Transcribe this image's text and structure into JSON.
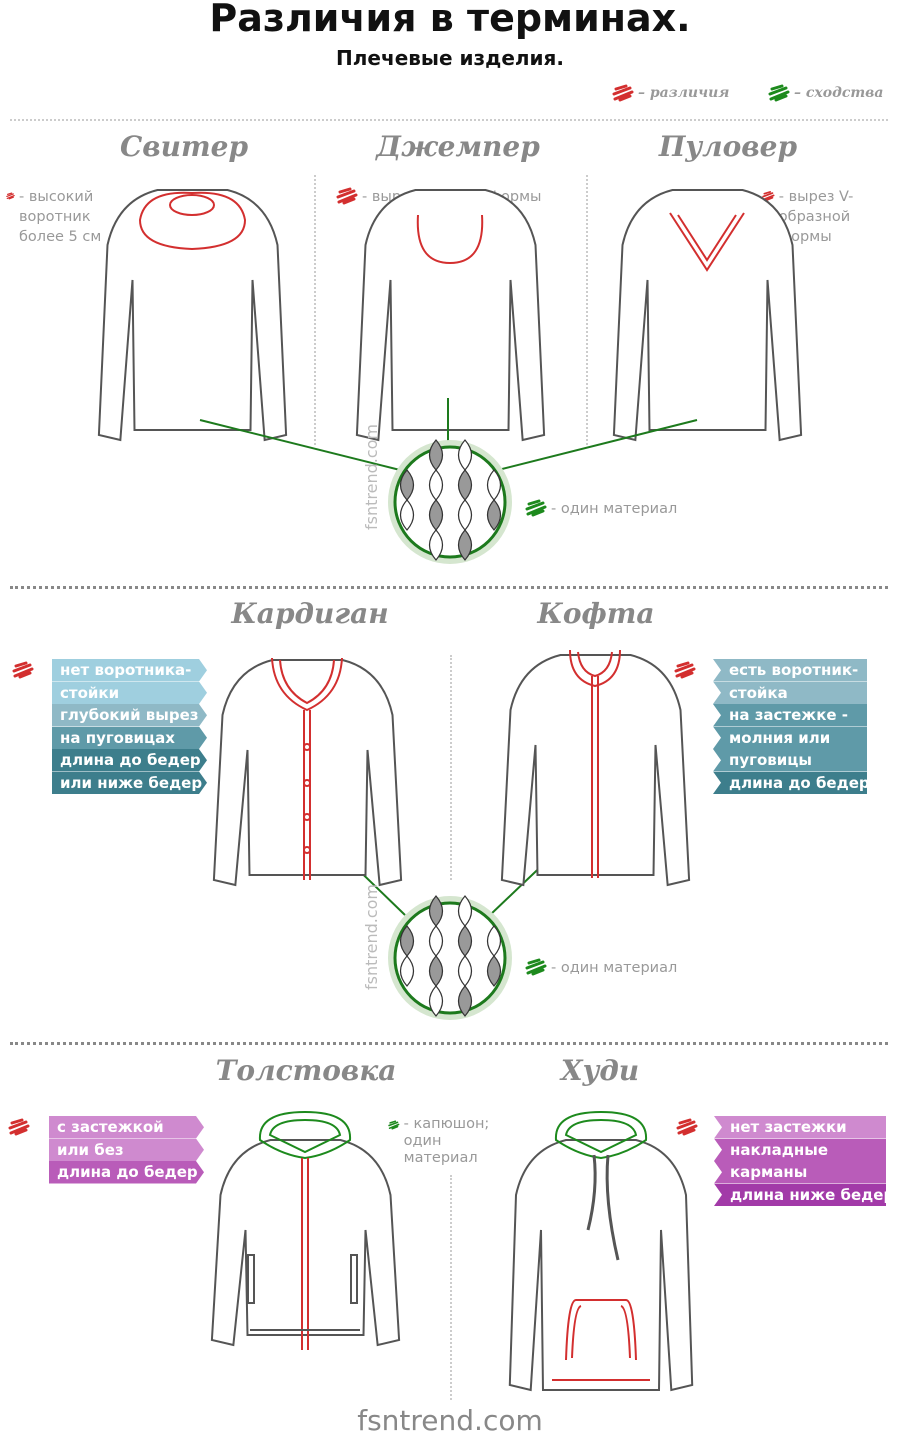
{
  "header": {
    "title": "Различия в терминах.",
    "subtitle": "Плечевые изделия."
  },
  "legend": {
    "diff_label": "– различия",
    "sim_label": "– сходства"
  },
  "colors": {
    "diff": "#d32f2f",
    "sim": "#1d8a1d",
    "teal": [
      "#9fcfdf",
      "#8fb9c6",
      "#5f9aa8",
      "#3d7e8c"
    ],
    "purple": [
      "#cf8acf",
      "#b95cb9",
      "#a23aa8"
    ]
  },
  "section1": {
    "garments": [
      {
        "name": "Свитер",
        "note": "- высокий воротник более 5 см"
      },
      {
        "name": "Джемпер",
        "note": "- вырез круглой формы"
      },
      {
        "name": "Пуловер",
        "note": "- вырез V-образной формы"
      }
    ],
    "similarity": "- один материал",
    "watermark": "fsntrend.com"
  },
  "section2": {
    "garments": [
      {
        "name": "Кардиган",
        "tags": [
          "нет воротника-",
          "стойки",
          "глубокий вырез",
          "на пуговицах",
          "длина до бедер",
          "или ниже бедер"
        ]
      },
      {
        "name": "Кофта",
        "tags": [
          "есть воротник-",
          "стойка",
          "на застежке -",
          "молния или",
          "пуговицы",
          "длина до бедер"
        ]
      }
    ],
    "similarity": "- один материал",
    "watermark": "fsntrend.com"
  },
  "section3": {
    "garments": [
      {
        "name": "Толстовка",
        "tags": [
          "с застежкой",
          "или без",
          "длина до бедер"
        ]
      },
      {
        "name": "Худи",
        "tags": [
          "нет застежки",
          "накладные",
          "карманы",
          "длина ниже бедер"
        ]
      }
    ],
    "similarity": "- капюшон; один материал"
  },
  "footer": "fsntrend.com"
}
